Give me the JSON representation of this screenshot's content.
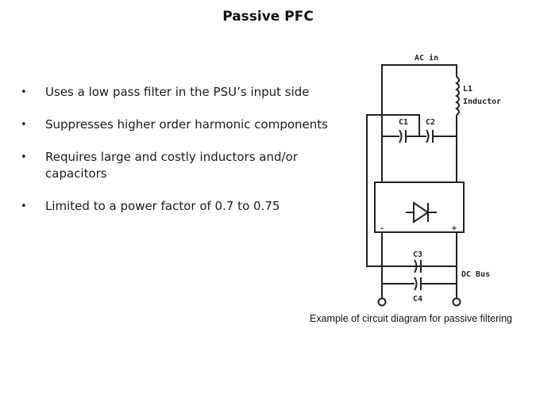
{
  "slide": {
    "title": "Passive PFC",
    "bullets": [
      "Uses a low pass filter in the PSU’s input side",
      "Suppresses higher order harmonic components",
      "Requires large and costly inductors and/or capacitors",
      "Limited to a power factor of 0.7 to 0.75"
    ],
    "bullet_glyph": "•"
  },
  "diagram": {
    "labels": {
      "ac_in": "AC in",
      "l1": "L1",
      "inductor": "Inductor",
      "c1": "C1",
      "c2": "C2",
      "c3": "C3",
      "c4": "C4",
      "minus": "-",
      "plus": "+",
      "dc_bus": "DC Bus"
    },
    "caption": "Example of circuit diagram for passive filtering"
  }
}
